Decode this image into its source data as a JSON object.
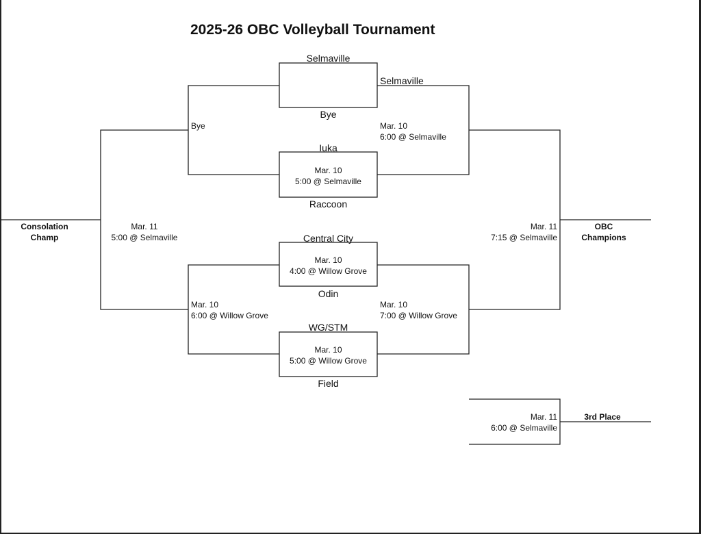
{
  "title": "2025-26 OBC Volleyball Tournament",
  "teams": {
    "selmaville": "Selmaville",
    "bye": "Bye",
    "iuka": "Iuka",
    "raccoon": "Raccoon",
    "central_city": "Central City",
    "odin": "Odin",
    "wg_stm": "WG/STM",
    "field": "Field"
  },
  "winners": {
    "upper_right_r1": "Selmaville",
    "consolation_upper": "Bye"
  },
  "games": {
    "iuka_raccoon": {
      "date": "Mar. 10",
      "time": "5:00 @ Selmaville"
    },
    "cc_odin": {
      "date": "Mar. 10",
      "time": "4:00 @ Willow Grove"
    },
    "wg_field": {
      "date": "Mar. 10",
      "time": "5:00 @ Willow Grove"
    },
    "semi_top": {
      "date": "Mar. 10",
      "time": "6:00 @ Selmaville"
    },
    "semi_bottom": {
      "date": "Mar. 10",
      "time": "7:00 @ Willow Grove"
    },
    "consolation_semi": {
      "date": "Mar. 10",
      "time": "6:00 @ Willow Grove"
    },
    "consolation_final": {
      "date": "Mar. 11",
      "time": "5:00 @ Selmaville"
    },
    "championship": {
      "date": "Mar. 11",
      "time": "7:15 @ Selmaville"
    },
    "third_place": {
      "date": "Mar. 11",
      "time": "6:00 @ Selmaville"
    }
  },
  "outcomes": {
    "consolation_l1": "Consolation",
    "consolation_l2": "Champ",
    "champions_l1": "OBC",
    "champions_l2": "Champions",
    "third_place": "3rd Place"
  }
}
